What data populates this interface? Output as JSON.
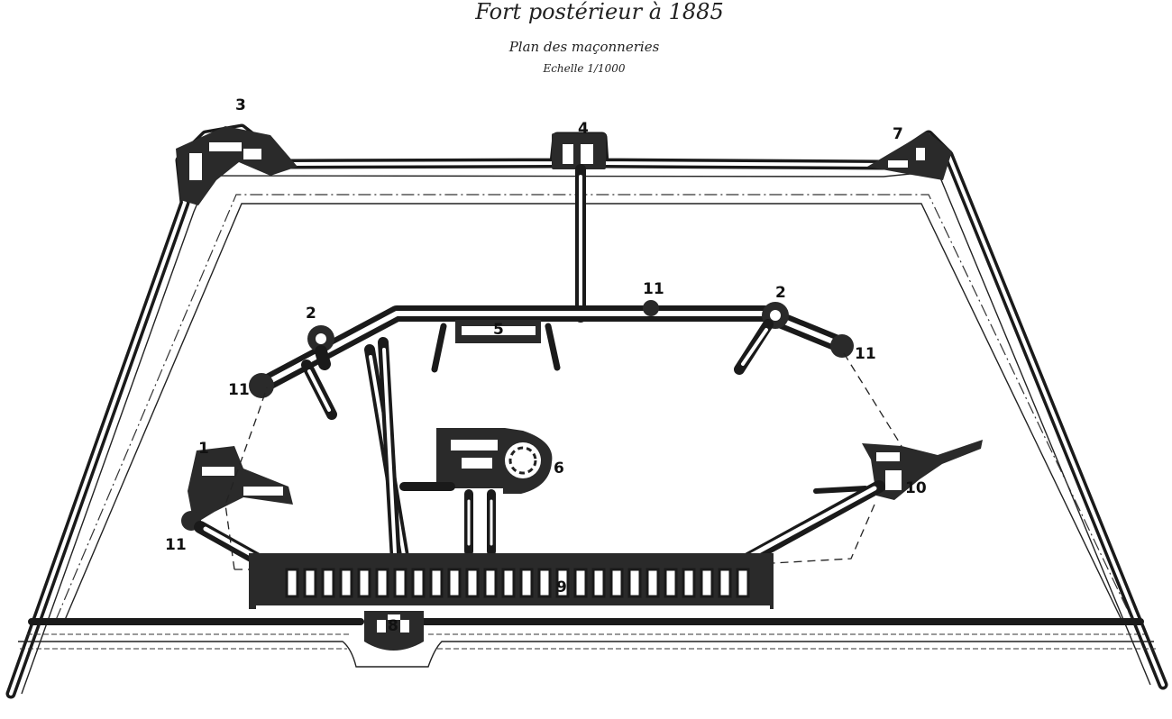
{
  "header": {
    "title": "Fort postérieur à 1885",
    "subtitle": "Plan des maçonneries",
    "scale": "Echelle 1/1000"
  },
  "labels": [
    {
      "id": "label-1",
      "text": "1"
    },
    {
      "id": "label-2-left",
      "text": "2"
    },
    {
      "id": "label-2-right",
      "text": "2"
    },
    {
      "id": "label-3",
      "text": "3"
    },
    {
      "id": "label-4",
      "text": "4"
    },
    {
      "id": "label-5",
      "text": "5"
    },
    {
      "id": "label-6",
      "text": "6"
    },
    {
      "id": "label-7",
      "text": "7"
    },
    {
      "id": "label-8",
      "text": "8"
    },
    {
      "id": "label-9",
      "text": "9"
    },
    {
      "id": "label-10",
      "text": "10"
    },
    {
      "id": "label-11-top",
      "text": "11"
    },
    {
      "id": "label-11-right",
      "text": "11"
    },
    {
      "id": "label-11-left-upper",
      "text": "11"
    },
    {
      "id": "label-11-left-lower",
      "text": "11"
    }
  ]
}
